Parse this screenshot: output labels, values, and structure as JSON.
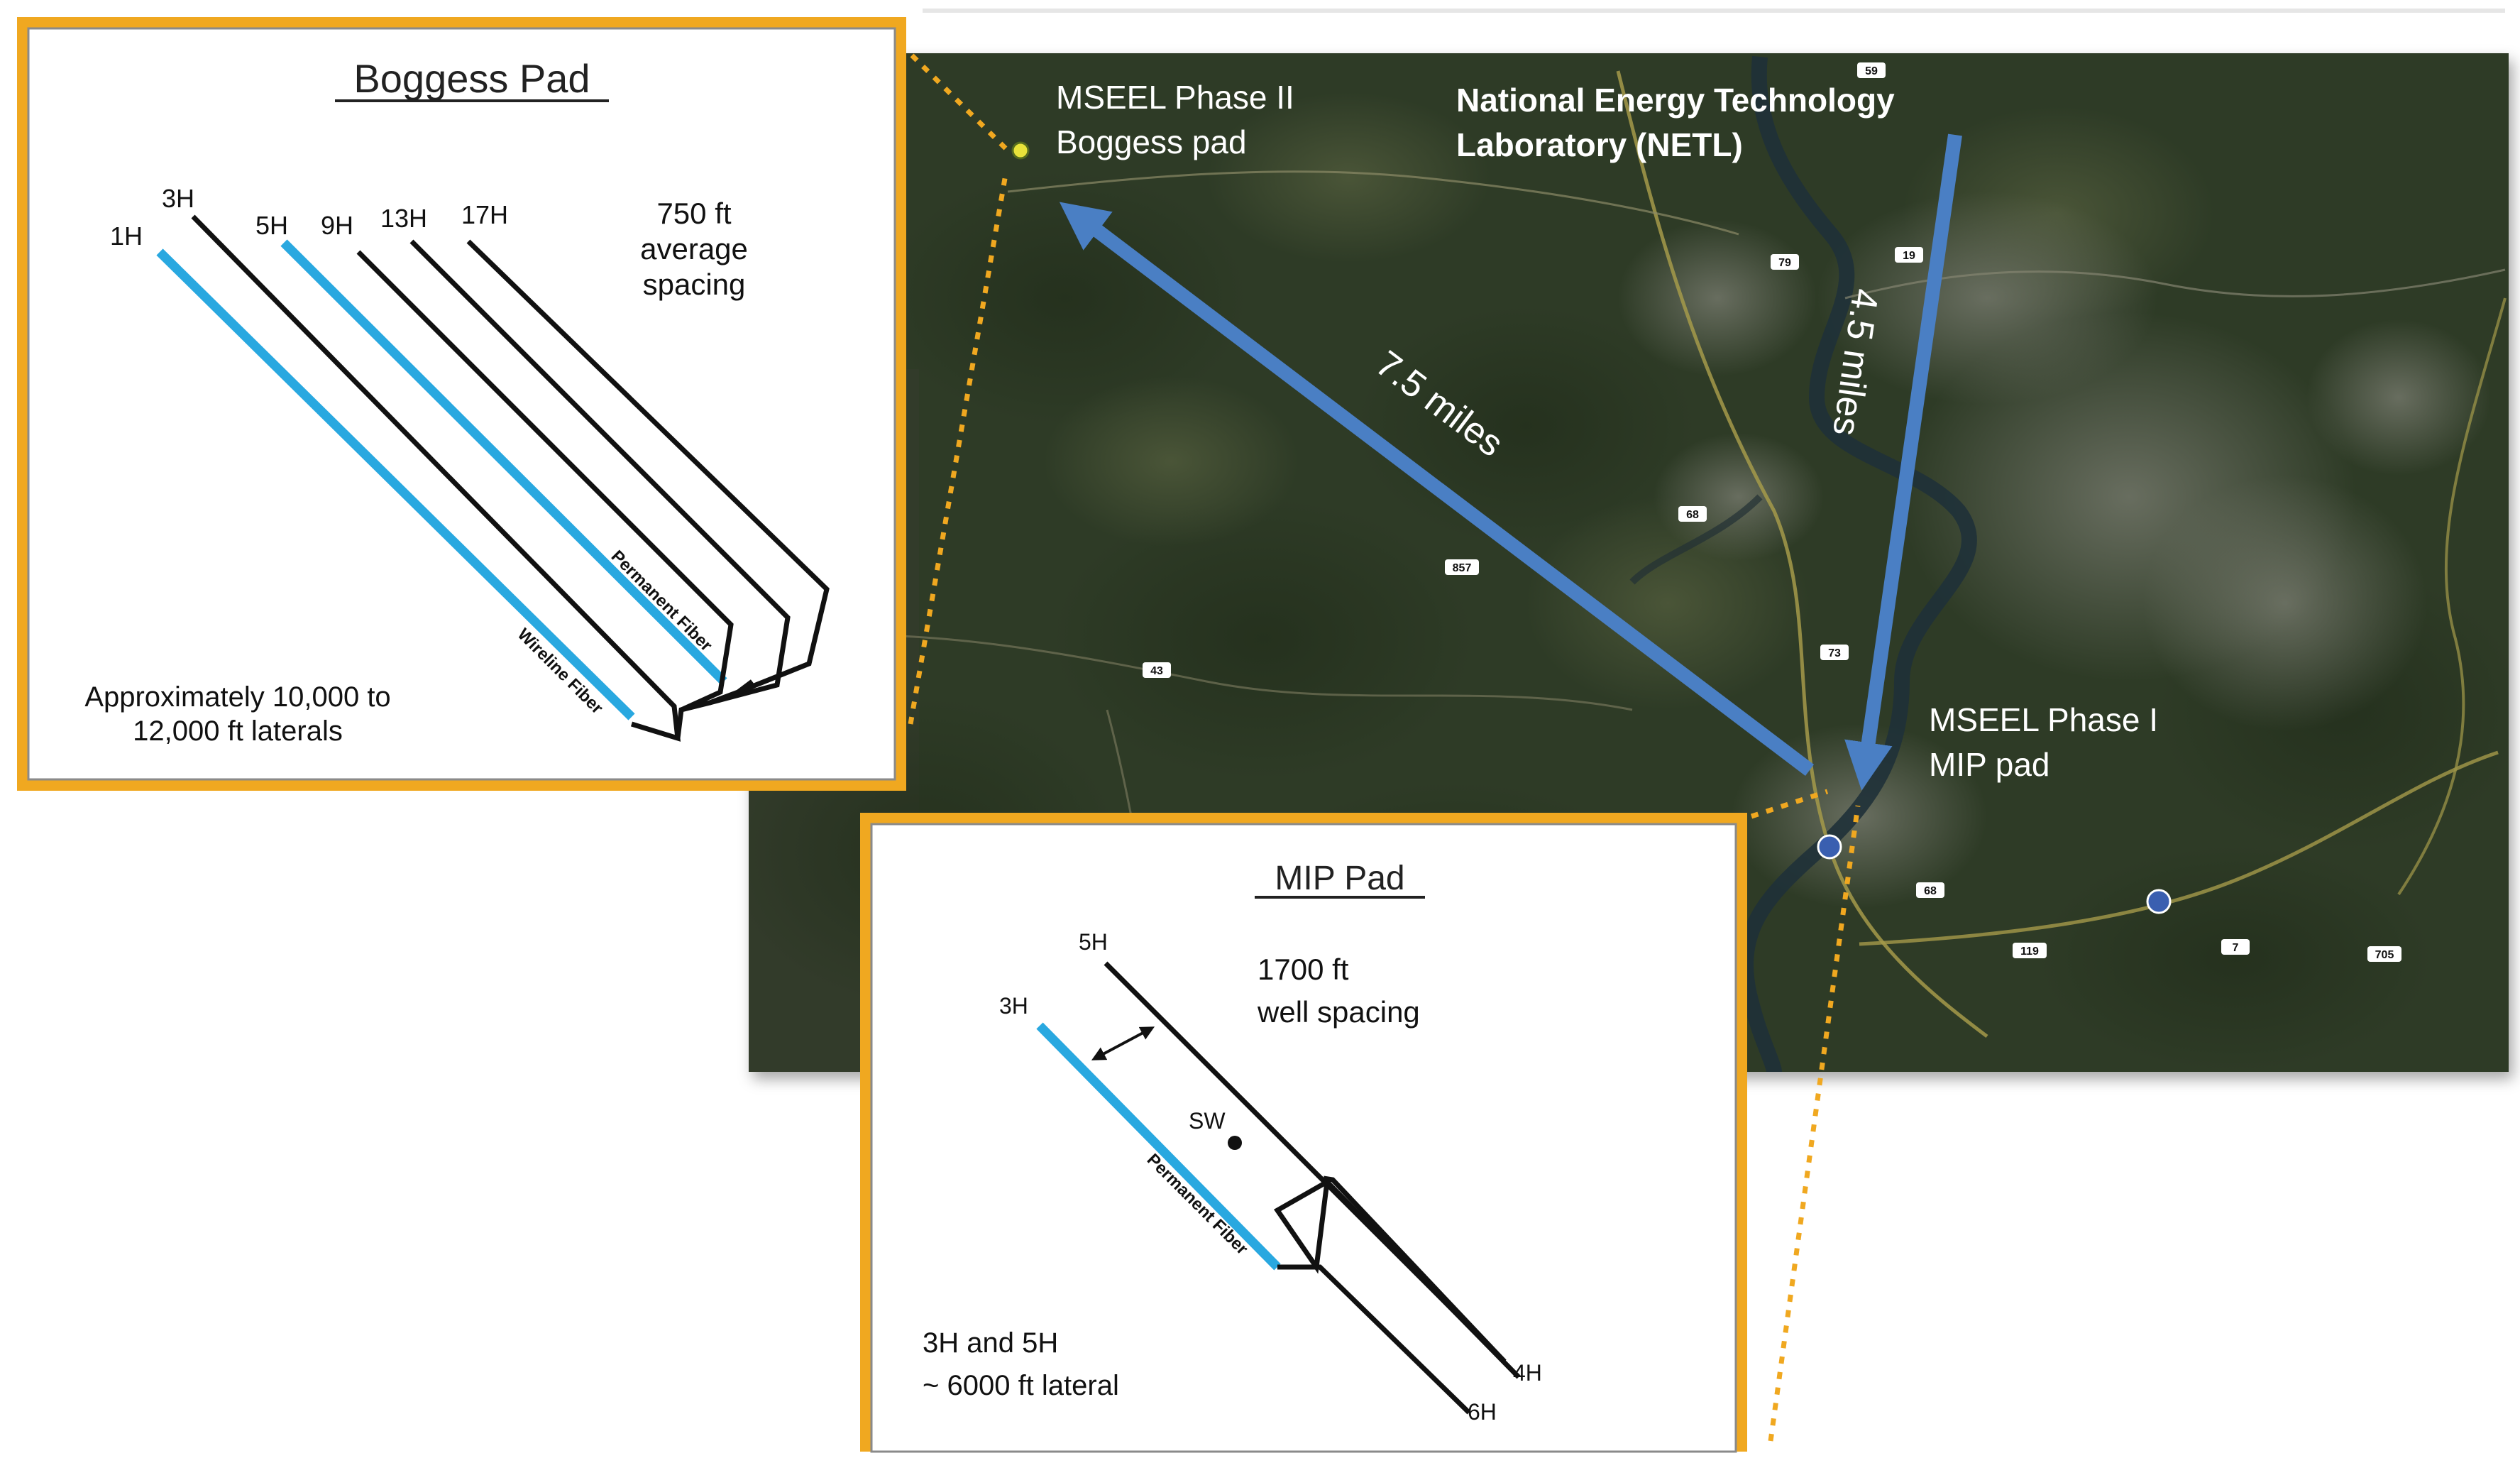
{
  "map": {
    "labels": {
      "mseel_phase2_line1": "MSEEL Phase II",
      "mseel_phase2_line2": "Boggess pad",
      "netl_line1": "National Energy Technology",
      "netl_line2": "Laboratory (NETL)",
      "mseel_phase1_line1": "MSEEL Phase I",
      "mseel_phase1_line2": "MIP pad"
    },
    "distances": {
      "boggess_to_mip": "7.5 miles",
      "netl_to_mip": "4.5 miles"
    },
    "colors": {
      "arrow": "#4a7fc4",
      "inset_border": "#f0a820",
      "leader_line": "#f0a820",
      "fiber": "#29a8e0",
      "map_base": "#2f3a28"
    },
    "route_shields": [
      "59",
      "19",
      "79",
      "68",
      "73",
      "43",
      "857",
      "705",
      "7",
      "119",
      "68"
    ]
  },
  "boggess_inset": {
    "title": "Boggess Pad",
    "well_labels": [
      "1H",
      "3H",
      "5H",
      "9H",
      "13H",
      "17H"
    ],
    "spacing_line1": "750 ft",
    "spacing_line2": "average",
    "spacing_line3": "spacing",
    "permanent_fiber": "Permanent Fiber",
    "wireline_fiber": "Wireline Fiber",
    "laterals_line1": "Approximately 10,000 to",
    "laterals_line2": "12,000 ft laterals"
  },
  "mip_inset": {
    "title": "MIP Pad",
    "well_labels": [
      "3H",
      "5H",
      "4H",
      "6H"
    ],
    "spacing_line1": "1700 ft",
    "spacing_line2": "well spacing",
    "sw_label": "SW",
    "permanent_fiber": "Permanent Fiber",
    "lateral_line1": "3H and 5H",
    "lateral_line2": "~ 6000 ft lateral"
  }
}
